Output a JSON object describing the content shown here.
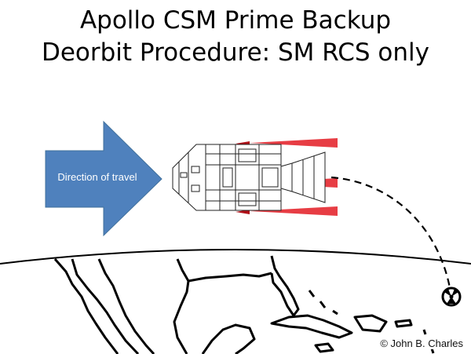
{
  "title": {
    "line1": "Apollo CSM Prime Backup",
    "line2": "Deorbit Procedure: SM RCS only"
  },
  "arrow": {
    "label": "Direction of travel",
    "color": "#4f81bd"
  },
  "copyright": "© John B. Charles",
  "colors": {
    "thruster_plume": "#e31b23",
    "trajectory": "#000000",
    "landing_marker": "#000000"
  },
  "icons": {
    "spacecraft": "apollo-csm-icon",
    "landing": "parachute-landing-icon"
  }
}
